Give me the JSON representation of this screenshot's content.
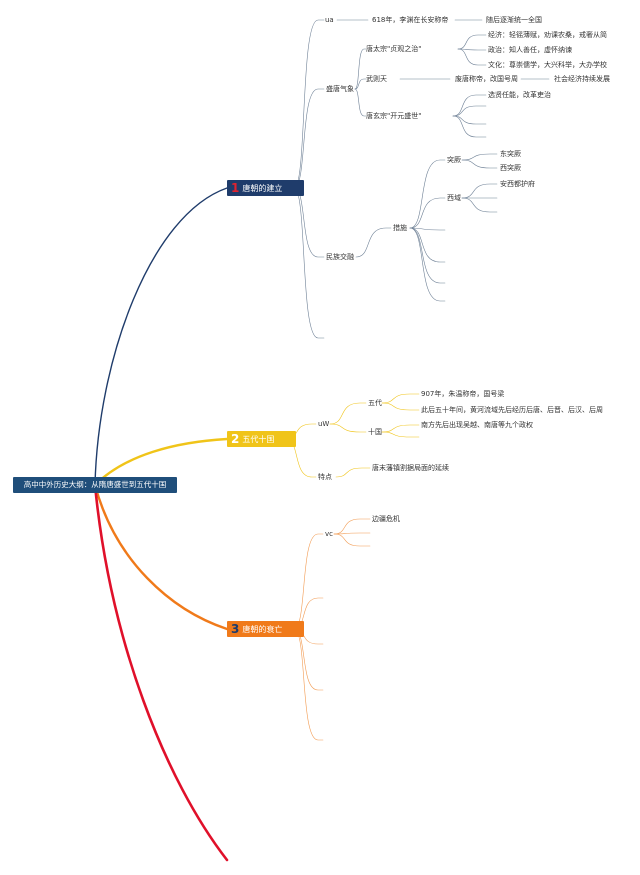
{
  "root": {
    "title": "高中中外历史大纲：从隋唐盛世到五代十国"
  },
  "branch1": {
    "num": "1",
    "label": "唐朝的建立",
    "a": {
      "label": "ua",
      "n1": "618年，李渊在长安称帝",
      "n2": "随后逐渐统一全国"
    },
    "b": {
      "label": "盛唐气象",
      "taizong": {
        "label": "唐太宗\"贞观之治\"",
        "econ": "经济：轻徭薄赋，劝课农桑，戒奢从简",
        "politics": "政治：知人善任，虚怀纳谏",
        "culture": "文化：尊崇儒学，大兴科举，大办学校"
      },
      "wu": {
        "label": "武则天",
        "n1": "废唐称帝，改国号周",
        "n2": "社会经济持续发展"
      },
      "xuanzong": {
        "label": "唐玄宗\"开元盛世\"",
        "n1": "选贤任能，改革吏治"
      }
    },
    "c": {
      "label": "民族交融",
      "sub": "措施",
      "tujue": {
        "label": "突厥",
        "e": "东突厥",
        "w": "西突厥"
      },
      "xiyu": {
        "label": "西域",
        "n1": "安西都护府"
      }
    }
  },
  "branch2": {
    "num": "2",
    "label": "五代十国",
    "a": {
      "label": "uW",
      "wudai": {
        "label": "五代",
        "n1": "907年，朱温称帝，国号梁",
        "n2": "此后五十年间，黄河流域先后经历后唐、后晋、后汉、后周"
      },
      "shiguo": {
        "label": "十国",
        "n1": "南方先后出现吴越、南唐等九个政权"
      }
    },
    "b": {
      "label": "特点",
      "n1": "唐末藩镇割据局面的延续"
    }
  },
  "branch3": {
    "num": "3",
    "label": "唐朝的衰亡",
    "a": {
      "label": "vc",
      "n1": "边疆危机"
    }
  },
  "colors": {
    "branch1": "#1f3c6b",
    "branch2": "#f0c419",
    "branch3": "#f07a1a",
    "branch4": "#e0102a",
    "root": "#1f4e7a"
  }
}
